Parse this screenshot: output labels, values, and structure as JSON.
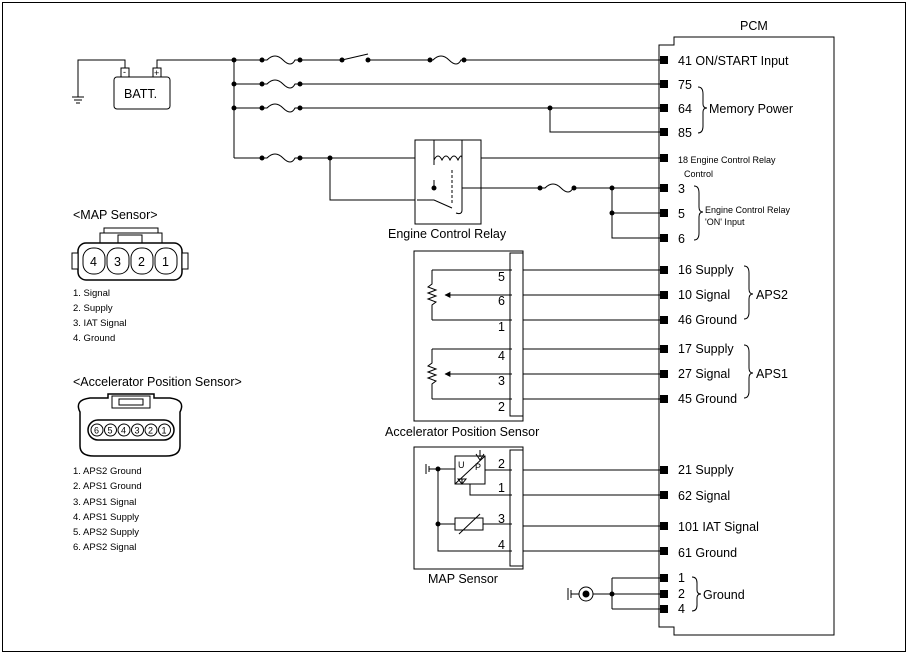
{
  "pcm": {
    "title": "PCM",
    "pins": [
      {
        "id": "p41",
        "label": "41 ON/START Input"
      },
      {
        "id": "p75",
        "label": "75"
      },
      {
        "id": "p64",
        "label": "64"
      },
      {
        "id": "p85",
        "label": "85"
      },
      {
        "id": "p18a",
        "label": "18 Engine Control Relay"
      },
      {
        "id": "p18b",
        "label": "Control"
      },
      {
        "id": "p3",
        "label": "3"
      },
      {
        "id": "p5",
        "label": "5"
      },
      {
        "id": "p6",
        "label": "6"
      },
      {
        "id": "p16",
        "label": "16 Supply"
      },
      {
        "id": "p10",
        "label": "10 Signal"
      },
      {
        "id": "p46",
        "label": "46 Ground"
      },
      {
        "id": "p17",
        "label": "17 Supply"
      },
      {
        "id": "p27",
        "label": "27 Signal"
      },
      {
        "id": "p45",
        "label": "45 Ground"
      },
      {
        "id": "p21",
        "label": "21 Supply"
      },
      {
        "id": "p62",
        "label": "62 Signal"
      },
      {
        "id": "p101",
        "label": "101 IAT Signal"
      },
      {
        "id": "p61",
        "label": "61 Ground"
      },
      {
        "id": "pg1",
        "label": "1"
      },
      {
        "id": "pg2",
        "label": "2"
      },
      {
        "id": "pg4",
        "label": "4"
      }
    ],
    "groups": {
      "memory_power": "Memory Power",
      "ecr_on_input_1": "Engine Control Relay",
      "ecr_on_input_2": "'ON' Input",
      "aps2": "APS2",
      "aps1": "APS1",
      "ground": "Ground"
    }
  },
  "battery": {
    "label": "BATT.",
    "neg": "-",
    "pos": "+"
  },
  "relay": {
    "label": "Engine Control Relay"
  },
  "aps_block": {
    "label": "Accelerator Position Sensor",
    "pins": [
      "5",
      "6",
      "1",
      "4",
      "3",
      "2"
    ]
  },
  "map_block": {
    "label": "MAP Sensor",
    "pins": [
      "2",
      "1",
      "3",
      "4"
    ],
    "u": "U",
    "p": "P"
  },
  "map_connector": {
    "title": "<MAP Sensor>",
    "cavities": [
      "4",
      "3",
      "2",
      "1"
    ],
    "legend": [
      "1.  Signal",
      "2. Supply",
      "3.  IAT Signal",
      "4. Ground"
    ]
  },
  "aps_connector": {
    "title": "<Accelerator Position Sensor>",
    "cavities": [
      "6",
      "5",
      "4",
      "3",
      "2",
      "1"
    ],
    "legend": [
      "1.  APS2 Ground",
      "2. APS1 Ground",
      "3. APS1 Signal",
      "4. APS1 Supply",
      "5. APS2 Supply",
      "6. APS2 Signal"
    ]
  }
}
